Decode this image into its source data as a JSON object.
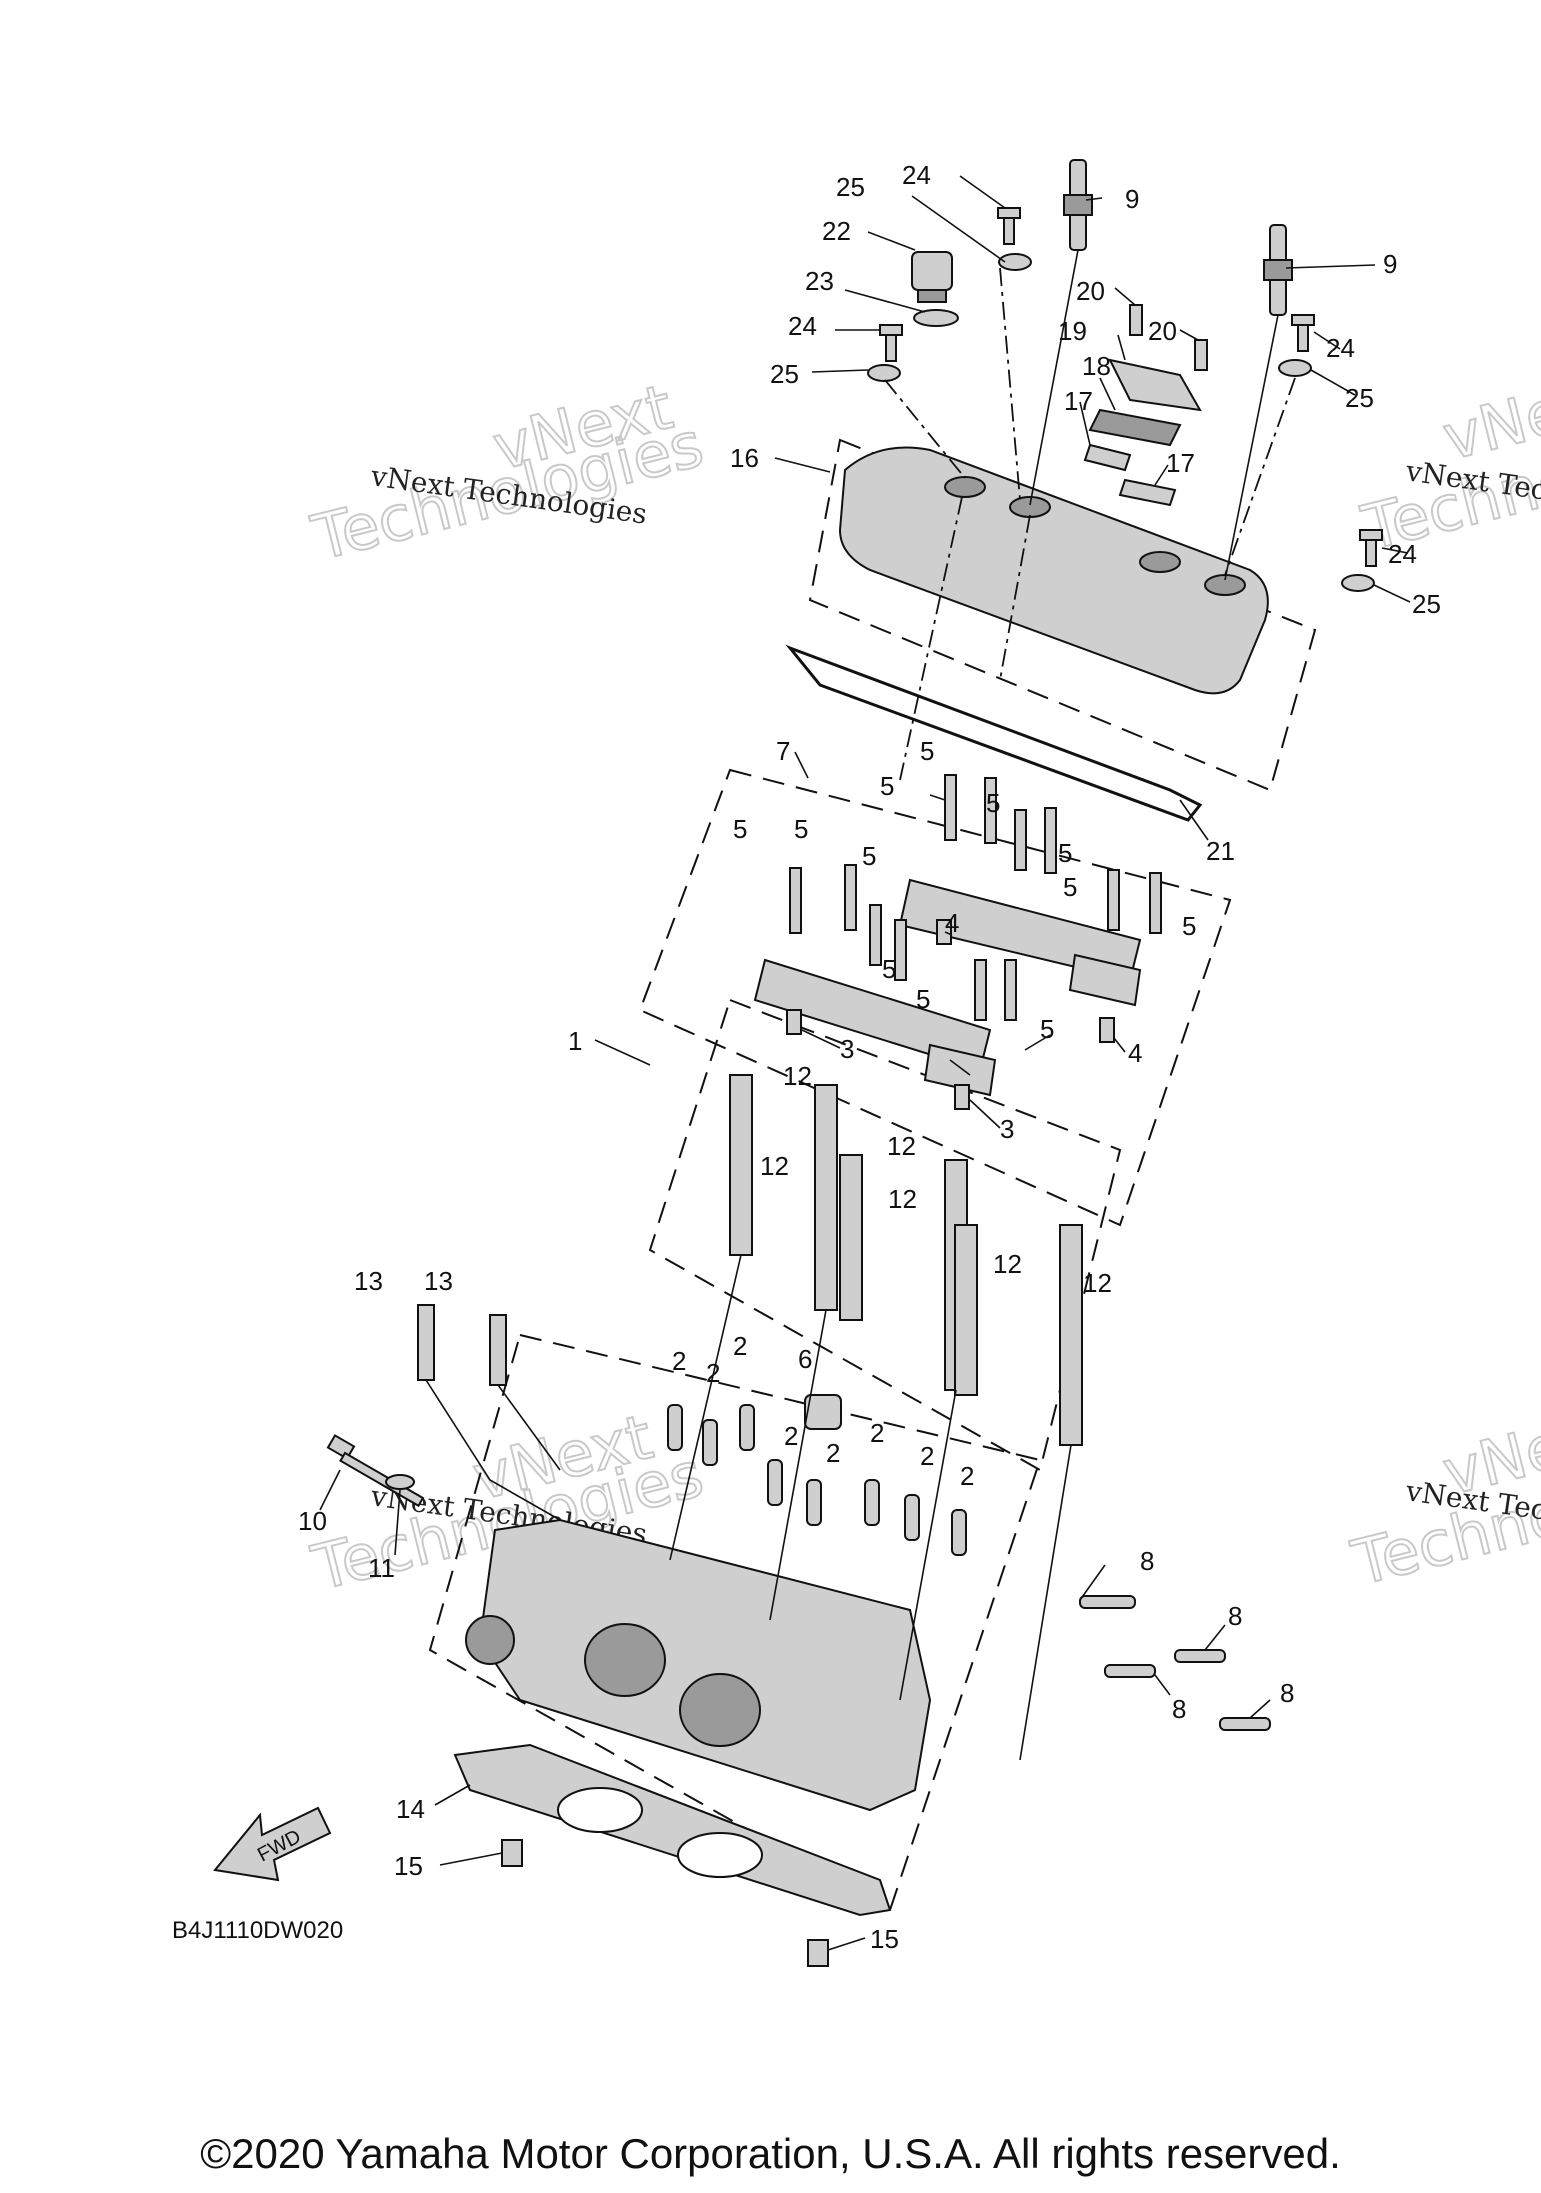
{
  "diagram": {
    "drawing_code": "B4J1110DW020",
    "copyright": "©2020 Yamaha Motor Corporation, U.S.A. All rights reserved.",
    "watermark": {
      "company": "vNext Technologies",
      "line1": "vNext",
      "line2": "Technologies"
    },
    "fwd_label": "FWD",
    "callouts": [
      {
        "id": "c1",
        "label": "1"
      },
      {
        "id": "c2a",
        "label": "2"
      },
      {
        "id": "c2b",
        "label": "2"
      },
      {
        "id": "c2c",
        "label": "2"
      },
      {
        "id": "c2d",
        "label": "2"
      },
      {
        "id": "c2e",
        "label": "2"
      },
      {
        "id": "c2f",
        "label": "2"
      },
      {
        "id": "c2g",
        "label": "2"
      },
      {
        "id": "c2h",
        "label": "2"
      },
      {
        "id": "c3a",
        "label": "3"
      },
      {
        "id": "c3b",
        "label": "3"
      },
      {
        "id": "c4a",
        "label": "4"
      },
      {
        "id": "c4b",
        "label": "4"
      },
      {
        "id": "c5",
        "label": "5"
      },
      {
        "id": "c6",
        "label": "6"
      },
      {
        "id": "c7",
        "label": "7"
      },
      {
        "id": "c8a",
        "label": "8"
      },
      {
        "id": "c8b",
        "label": "8"
      },
      {
        "id": "c8c",
        "label": "8"
      },
      {
        "id": "c8d",
        "label": "8"
      },
      {
        "id": "c9a",
        "label": "9"
      },
      {
        "id": "c9b",
        "label": "9"
      },
      {
        "id": "c10",
        "label": "10"
      },
      {
        "id": "c11",
        "label": "11"
      },
      {
        "id": "c12",
        "label": "12"
      },
      {
        "id": "c13a",
        "label": "13"
      },
      {
        "id": "c13b",
        "label": "13"
      },
      {
        "id": "c14",
        "label": "14"
      },
      {
        "id": "c15a",
        "label": "15"
      },
      {
        "id": "c15b",
        "label": "15"
      },
      {
        "id": "c16",
        "label": "16"
      },
      {
        "id": "c17a",
        "label": "17"
      },
      {
        "id": "c17b",
        "label": "17"
      },
      {
        "id": "c18",
        "label": "18"
      },
      {
        "id": "c19",
        "label": "19"
      },
      {
        "id": "c20a",
        "label": "20"
      },
      {
        "id": "c20b",
        "label": "20"
      },
      {
        "id": "c21",
        "label": "21"
      },
      {
        "id": "c22",
        "label": "22"
      },
      {
        "id": "c23",
        "label": "23"
      },
      {
        "id": "c24a",
        "label": "24"
      },
      {
        "id": "c24b",
        "label": "24"
      },
      {
        "id": "c24c",
        "label": "24"
      },
      {
        "id": "c24d",
        "label": "24"
      },
      {
        "id": "c25a",
        "label": "25"
      },
      {
        "id": "c25b",
        "label": "25"
      },
      {
        "id": "c25c",
        "label": "25"
      },
      {
        "id": "c25d",
        "label": "25"
      }
    ]
  }
}
